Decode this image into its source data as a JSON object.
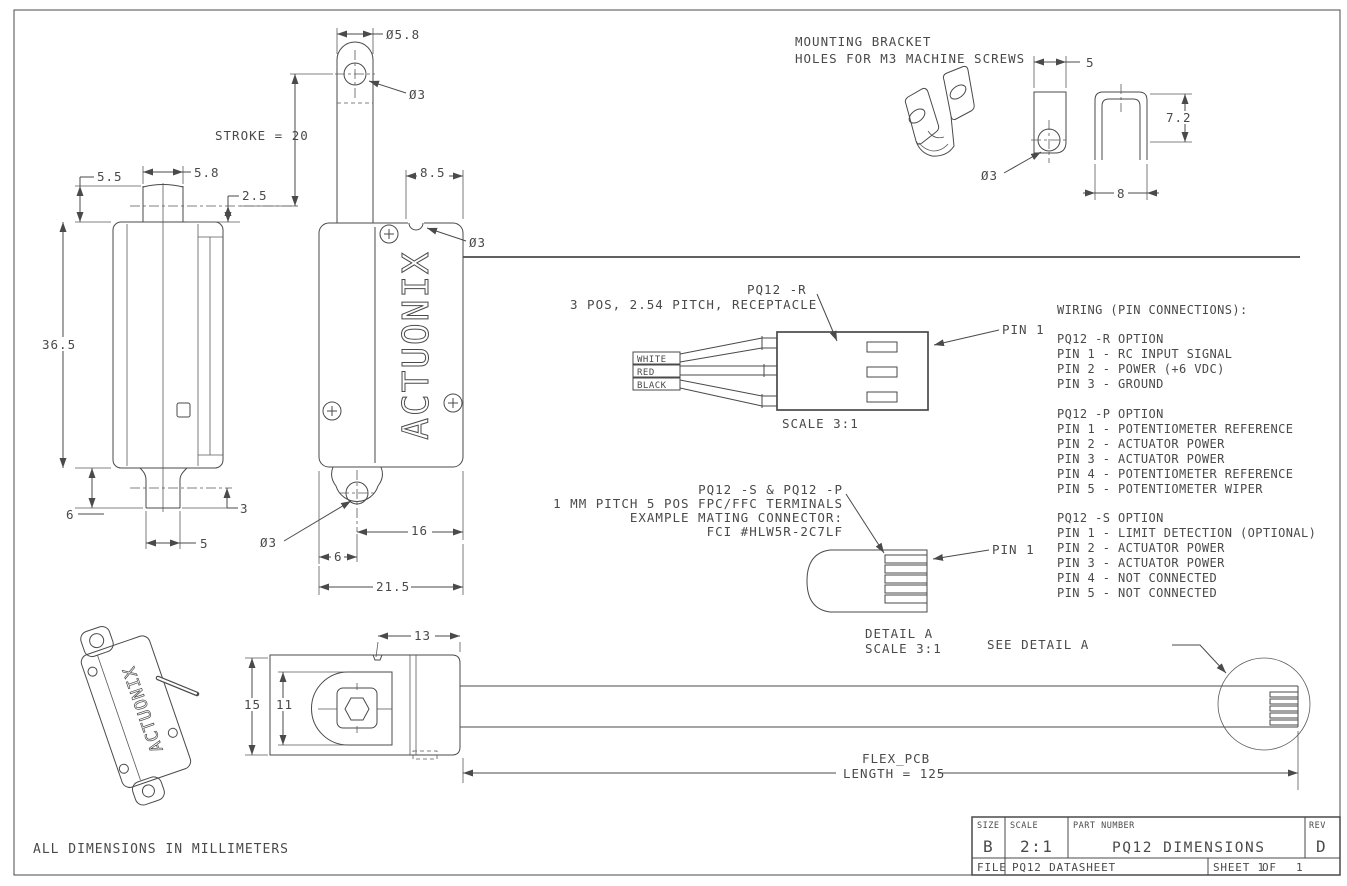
{
  "colors": {
    "background": "#ffffff",
    "line": "#4a4a4a",
    "text": "#4a4a4a"
  },
  "front_view": {
    "dim_5_5": "5.5",
    "dim_5_8": "5.8",
    "dim_2_5": "2.5",
    "dim_36_5": "36.5",
    "dim_6": "6",
    "dim_3": "3",
    "dim_5": "5"
  },
  "side_view": {
    "dia_5_8": "Ø5.8",
    "dia_3_rod": "Ø3",
    "stroke": "STROKE = 20",
    "dim_8_5": "8.5",
    "dia_3_notch": "Ø3",
    "dia_3_hole": "Ø3",
    "dim_16": "16",
    "dim_6": "6",
    "dim_21_5": "21.5",
    "brand": "ACTUONIX"
  },
  "bracket": {
    "note_line1": "MOUNTING BRACKET",
    "note_line2": "HOLES FOR M3 MACHINE SCREWS",
    "dim_5": "5",
    "dia_3": "Ø3",
    "dim_7_2": "7.2",
    "dim_8": "8"
  },
  "connector_r": {
    "label": "PQ12 -R",
    "description": "3 POS, 2.54 PITCH, RECEPTACLE",
    "wire_white": "WHITE",
    "wire_red": "RED",
    "wire_black": "BLACK",
    "scale": "SCALE  3:1",
    "pin": "PIN 1"
  },
  "wiring": {
    "title": "WIRING (PIN CONNECTIONS):",
    "r_option": {
      "heading": "PQ12 -R OPTION",
      "pin1": "PIN 1 - RC INPUT SIGNAL",
      "pin2": "PIN 2 - POWER (+6 VDC)",
      "pin3": "PIN 3 - GROUND"
    },
    "p_option": {
      "heading": "PQ12 -P  OPTION",
      "pin1": "PIN 1 - POTENTIOMETER REFERENCE",
      "pin2": "PIN 2 - ACTUATOR POWER",
      "pin3": "PIN 3 - ACTUATOR POWER",
      "pin4": "PIN 4 - POTENTIOMETER REFERENCE",
      "pin5": "PIN 5 - POTENTIOMETER WIPER"
    },
    "s_option": {
      "heading": "PQ12 -S OPTION",
      "pin1": "PIN 1 - LIMIT DETECTION (OPTIONAL)",
      "pin2": "PIN 2 - ACTUATOR POWER",
      "pin3": "PIN 3 - ACTUATOR POWER",
      "pin4": "PIN 4 - NOT CONNECTED",
      "pin5": "PIN 5 - NOT CONNECTED"
    }
  },
  "connector_sp": {
    "label": "PQ12 -S & PQ12 -P",
    "desc_line1": "1 MM PITCH 5 POS FPC/FFC TERMINALS",
    "desc_line2": "EXAMPLE MATING CONNECTOR:",
    "desc_line3": "FCI #HLW5R-2C7LF",
    "pin": "PIN 1",
    "detail_label": "DETAIL  A",
    "detail_scale": "SCALE  3:1"
  },
  "bottom_view": {
    "dim_13": "13",
    "dim_15": "15",
    "dim_11": "11",
    "flex_label": "FLEX_PCB",
    "flex_length": "LENGTH = 125",
    "see_detail": "SEE DETAIL  A"
  },
  "iso_view": {
    "brand": "ACTUONIX"
  },
  "notes": {
    "units": "ALL DIMENSIONS IN MILLIMETERS"
  },
  "title_block": {
    "size_label": "SIZE",
    "size_value": "B",
    "scale_label": "SCALE",
    "scale_value": "2:1",
    "part_label": "PART NUMBER",
    "part_value": "PQ12 DIMENSIONS",
    "rev_label": "REV",
    "rev_value": "D",
    "file_label": "FILE",
    "file_value": "PQ12 DATASHEET",
    "sheet_label": "SHEET 1",
    "of_label": "OF",
    "sheet_total": "1"
  }
}
